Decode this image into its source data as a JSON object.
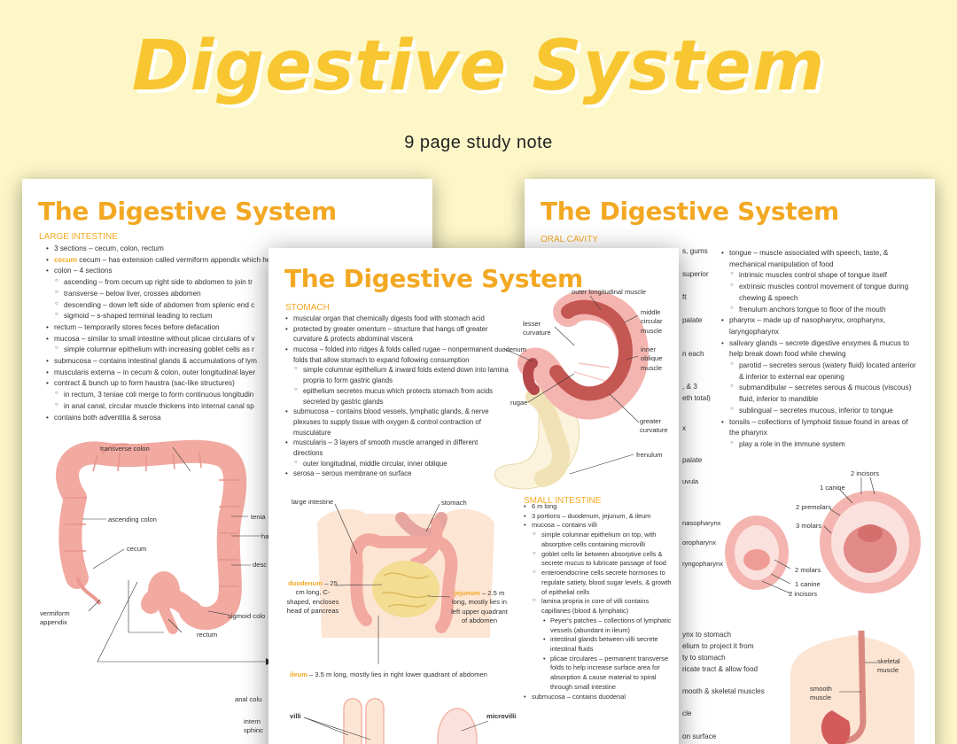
{
  "hero": {
    "title": "Digestive System",
    "subtitle": "9 page study note"
  },
  "page_left": {
    "title": "The Digestive System",
    "section": "LARGE INTESTINE",
    "notes": [
      "3 sections – cecum, colon, rectum",
      "cecum – has extension called vermiform appendix which helps",
      "colon – 4 sections",
      "ascending – from cecum up right side to abdomen to join tr",
      "transverse – below liver, crosses abdomen",
      "descending – down left side of abdomen from splenic end c",
      "sigmoid – s-shaped terminal leading to rectum",
      "rectum – temporarily stores feces before defacation",
      "mucosa – similar to small intestine without plicae circularis of v",
      "simple columnar epithelium with increasing goblet cells as r",
      "submucosa – contains intestinal glands & accumulations of lym",
      "muscularis externa – in cecum & colon, outer longitudinal layer",
      "contract & bunch up to form haustra (sac-like structures)",
      "in rectum, 3 teniae coli merge to form continuous longitudin",
      "in anal canal, circular muscle thickens into internal canal sp",
      "contains both adventitia & serosa"
    ],
    "labels": {
      "transverse_colon": "transverse colon",
      "ascending_colon": "ascending colon",
      "cecum": "cecum",
      "vermiform": "vermiform appendix",
      "rectum": "rectum",
      "sigmoid": "sigmoid colo",
      "teniae": "tenia",
      "haustra": "has",
      "descending": "desc",
      "anal_col": "anal colu",
      "internal": "intern sphinc"
    }
  },
  "page_right": {
    "title": "The Digestive System",
    "section": "ORAL CAVITY",
    "left_fragments": [
      "s, gums",
      "superior",
      "ft",
      "palate",
      "n each",
      ", & 3",
      "eth total)",
      "x",
      "palate",
      "uvula",
      "nasopharynx",
      "oropharynx",
      "ryngopharynx",
      "ynx to stomach",
      "elium to project it from",
      "ty to stomach",
      "ricate tract & allow food",
      "mooth & skeletal muscles",
      "cle",
      "on surface"
    ],
    "notes": [
      "tongue – muscle associated with speech, taste, & mechanical manipulation of food",
      "intrinsic muscles control shape of tongue itself",
      "extrinsic muscles control movement of tongue during chewing & speech",
      "frenulum anchors tongue to floor of the mouth",
      "pharynx – made up of nasopharynx, oropharynx, laryngopharynx",
      "salivary glands – secrete digestive enxymes & mucus to help break down food while chewing",
      "parotid – secretes serous (watery fluid) located anterior & inferior to external ear opening",
      "submandibular – secretes serous & mucous (viscous) fluid, inferior to mandible",
      "sublingual – secretes mucous, inferior to tongue",
      "tonsils – collections of lymphoid tissue found in areas of the pharynx",
      "play a role in the immune system"
    ],
    "labels": {
      "incisors2_top": "2 incisors",
      "canine1_top": "1 canine",
      "premolars2": "2 premolars",
      "molars3": "3 molars",
      "molars2": "2 molars",
      "canine1_bot": "1 canine",
      "incisors2_bot": "2 incisors",
      "skeletal": "skeletal muscle",
      "smooth": "smooth muscle"
    }
  },
  "page_center": {
    "title": "The Digestive System",
    "section_stomach": "STOMACH",
    "stomach_notes": [
      "muscular organ that chemically digests food with stomach acid",
      "protected by greater omentum – structure that hangs off greater curvature & protects abdominal viscera",
      "mucosa – folded into ridges & folds called rugae – nonpermanent folds that allow stomach to expand following consumption",
      "simple columnar epithelium & inward folds extend down into lamina propria to form gastric glands",
      "epithelium secretes mucus which protects stomach from acids secreted by gastric glands",
      "submucosa – contains blood vessels, lymphatic glands, & nerve plexuses to supply tissue with oxygen & control contraction of musculature",
      "muscularis – 3 layers of smooth muscle arranged in different directions",
      "outer longitudinal, middle circular, inner oblique",
      "serosa – serous membrane on surface"
    ],
    "stomach_labels": {
      "outer_long": "outer longitudinal muscle",
      "lesser": "lesser curvature",
      "middle": "middle circular muscle",
      "duodenum": "duodenum",
      "inner": "inner oblique muscle",
      "rugae": "rugae",
      "greater": "greater curvature",
      "frenulum": "frenulum"
    },
    "abdomen_labels": {
      "large_int": "large intestine",
      "stomach": "stomach",
      "duo_title": "duodenum",
      "duo_desc": "– 25 cm long, C-shaped, encloses head of pancreas",
      "jej_title": "jejunum",
      "jej_desc": "– 2.5 m long, mostly lies in left upper quadrant of abdomen",
      "ileum_title": "ileum",
      "ileum_desc": "– 3.5 m long, mostly lies in right lower quadrant of abdomen",
      "villi": "villi",
      "microvilli": "microvilli"
    },
    "section_small": "SMALL INTESTINE",
    "small_notes": [
      "6 m long",
      "3 portions – duodenum, jejunum, & ileum",
      "mucosa – contains villi",
      "simple columnar epithelium on top, with absorptive cells containing microvilli",
      "goblet cells lie between absorptive cells & secrete mucus to lubricate passage of food",
      "enteroendocrine cells secrete hormones to regulate satiety, blood sugar levels, & growth of epithelial cells",
      "lamina propria in core of villi contains capillaries (blood & lymphatic)",
      "Peyer's patches – collections of lymphatic vessels (abundant in ileum)",
      "intestinal glands between villi secrete intestinal fluids",
      "plicae circulares – permanent transverse folds to help increase surface area for absorption & cause material to spiral through small intestine",
      "submucosa – contains duodenal"
    ]
  },
  "colors": {
    "background": "#fdf7c8",
    "title_yellow": "#f7c631",
    "accent_orange": "#f3a823",
    "pink": "#f1a9a0",
    "dark_red": "#b5484a"
  }
}
